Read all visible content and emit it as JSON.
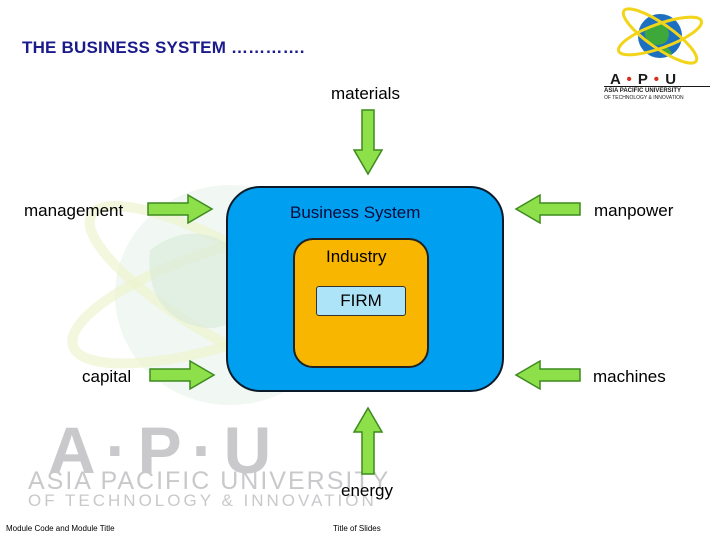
{
  "slide": {
    "title": "THE BUSINESS SYSTEM ………….",
    "footer_left": "Module Code and Module Title",
    "footer_center": "Title of Slides"
  },
  "diagram": {
    "outer_box": "Business System",
    "middle_box": "Industry",
    "inner_box": "FIRM",
    "inputs": {
      "top": "materials",
      "left_top": "management",
      "right_top": "manpower",
      "left_bottom": "capital",
      "right_bottom": "machines",
      "bottom": "energy"
    }
  },
  "logo": {
    "mark_a": "A",
    "mark_p": "P",
    "mark_u": "U",
    "line1": "ASIA PACIFIC UNIVERSITY",
    "line2": "OF TECHNOLOGY & INNOVATION"
  },
  "colors": {
    "arrow_fill": "#8de04a",
    "arrow_stroke": "#3d8a1f",
    "business_system": "#009ff0",
    "industry": "#f8b600",
    "firm": "#aee4f7",
    "title": "#1a1a8c"
  }
}
